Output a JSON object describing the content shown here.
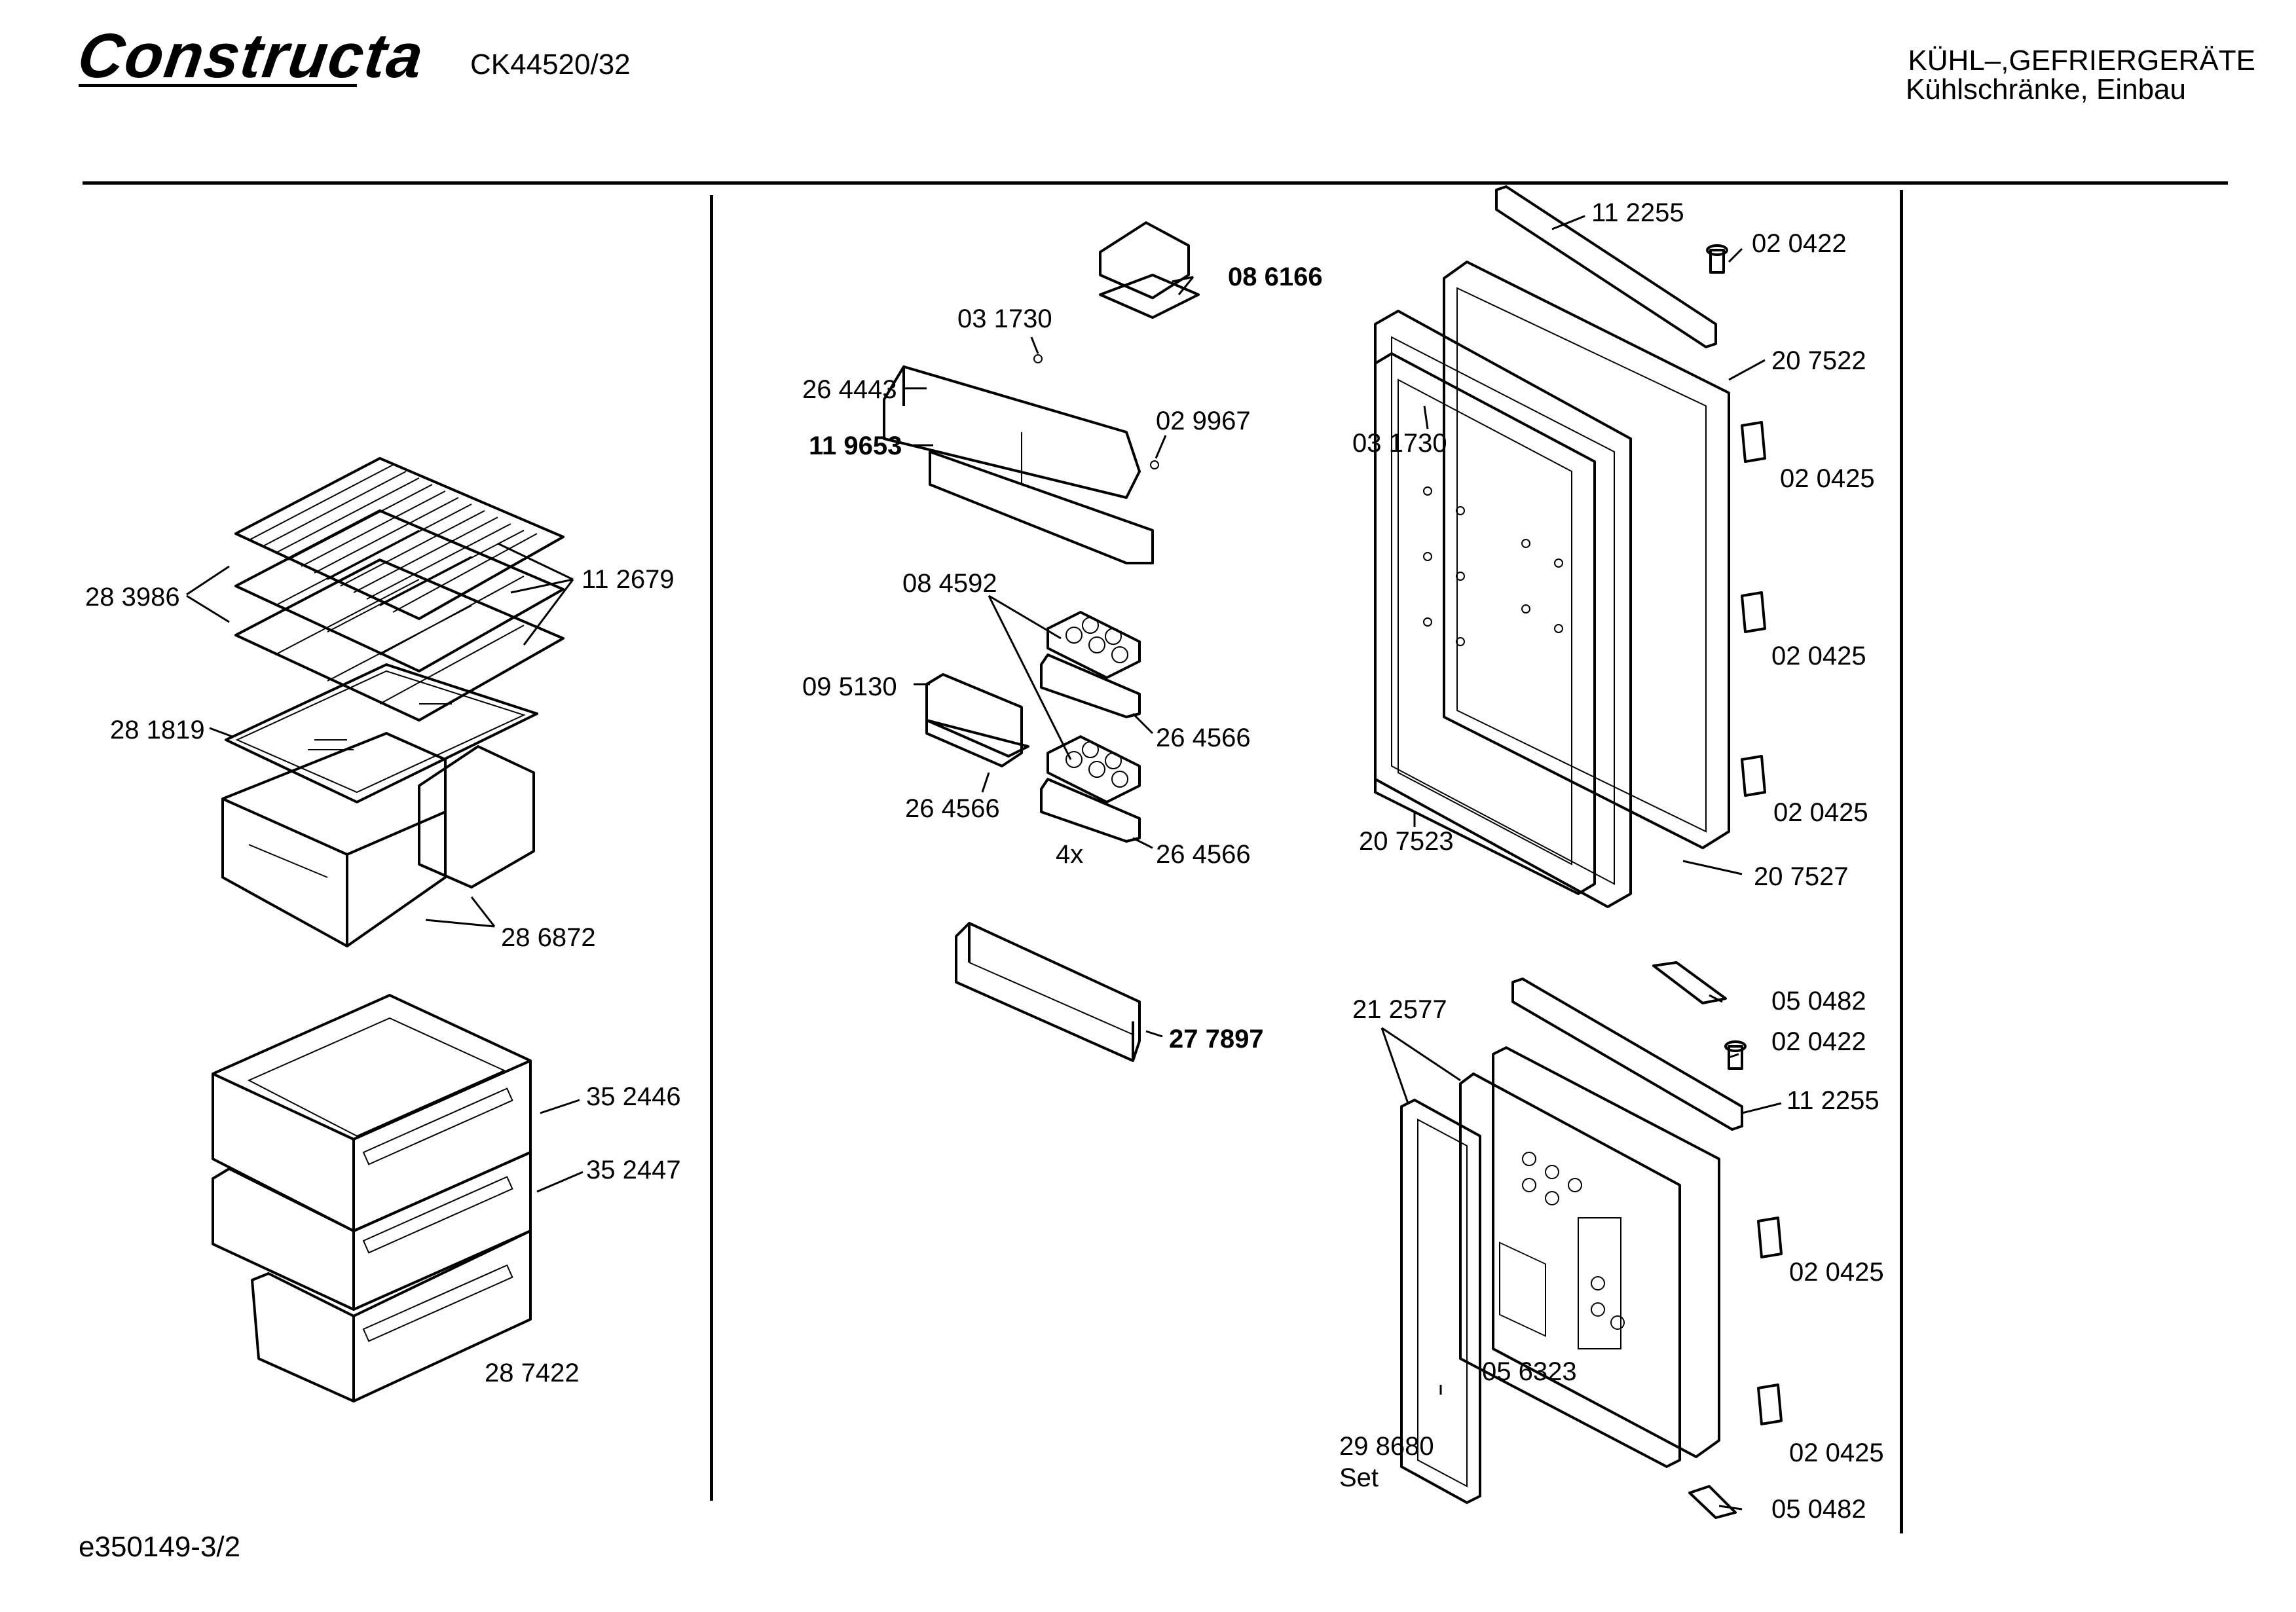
{
  "header": {
    "brand": "Constructa",
    "model": "CK44520/32",
    "category_line1": "KÜHL–,GEFRIERGERÄTE",
    "category_line2": "Kühlschränke, Einbau"
  },
  "footer": {
    "drawing_id": "e350149-3/2"
  },
  "labels": {
    "l283986": "28 3986",
    "l112679": "11 2679",
    "l281819": "28 1819",
    "l286872": "28 6872",
    "l352446": "35 2446",
    "l352447": "35 2447",
    "l287422": "28 7422",
    "l086166": "08 6166",
    "l031730a": "03 1730",
    "l264443": "26 4443",
    "l119653": "11 9653",
    "l029967": "02 9967",
    "l084592": "08 4592",
    "l095130": "09 5130",
    "l264566a": "26 4566",
    "l264566b": "26 4566",
    "l264566c": "26 4566",
    "l4x": "4x",
    "l277897": "27 7897",
    "l112255a": "11 2255",
    "l020422a": "02 0422",
    "l207522": "20 7522",
    "l031730b": "03 1730",
    "l020425a": "02 0425",
    "l020425b": "02 0425",
    "l020425c": "02 0425",
    "l207523": "20 7523",
    "l207527": "20 7527",
    "l050482a": "05 0482",
    "l212577": "21 2577",
    "l020422b": "02 0422",
    "l112255b": "11 2255",
    "l020425d": "02 0425",
    "l056323": "05 6323",
    "l298680": "29 8680",
    "lset": "Set",
    "l020425e": "02 0425",
    "l050482b": "05 0482"
  }
}
